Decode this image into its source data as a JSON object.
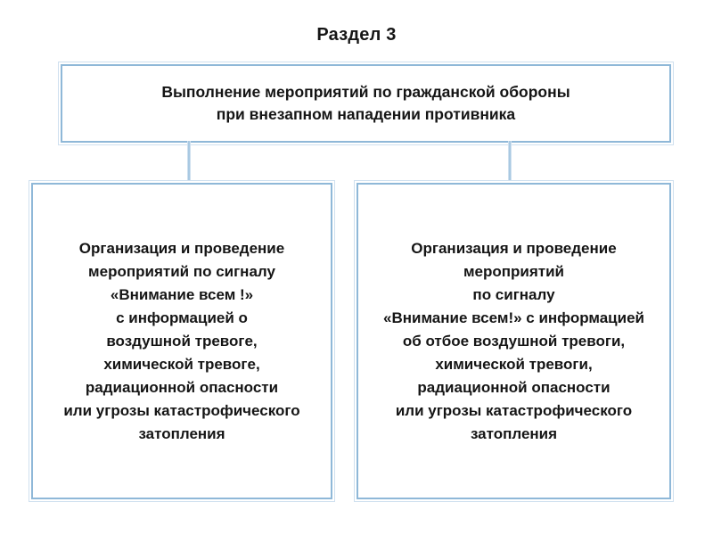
{
  "slide": {
    "title": "Раздел 3",
    "background_color": "#ffffff",
    "border_color": "#8fb8d8",
    "border_color_light": "#cfe0ef",
    "connector_color": "#a9c9e2",
    "text_color": "#151515"
  },
  "diagram_data": {
    "type": "flowchart",
    "orientation": "top-down",
    "nodes": [
      {
        "id": "top",
        "role": "root",
        "text": "Выполнение мероприятий по гражданской обороны\nпри внезапном нападении противника"
      },
      {
        "id": "left",
        "role": "child",
        "text": "Организация и проведение\nмероприятий по сигналу\n«Внимание всем !»\nс информацией о\nвоздушной тревоге,\nхимической тревоге,\nрадиационной опасности\nили угрозы катастрофического\nзатопления"
      },
      {
        "id": "right",
        "role": "child",
        "text": "Организация и проведение\nмероприятий\nпо сигналу\n«Внимание всем!» с информацией\nоб отбое воздушной тревоги,\nхимической тревоги,\nрадиационной опасности\nили угрозы катастрофического\nзатопления"
      }
    ],
    "edges": [
      {
        "from": "top",
        "to": "left"
      },
      {
        "from": "top",
        "to": "right"
      }
    ]
  }
}
